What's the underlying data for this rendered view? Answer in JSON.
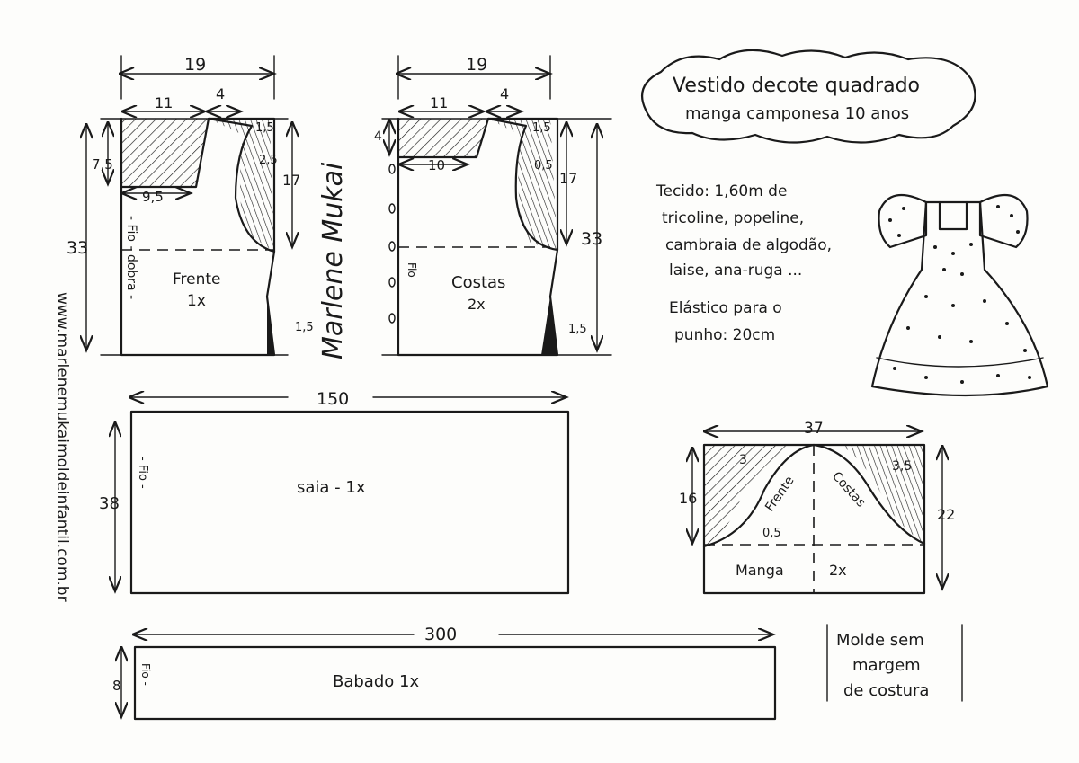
{
  "title": {
    "line1": "Vestido decote quadrado",
    "line2": "manga camponesa 10 anos"
  },
  "watermark": {
    "url": "www.marlenemukaimoldeinfantil.com.br",
    "signature": "Marlene Mukai"
  },
  "fabric_note": {
    "lines": [
      "Tecido: 1,60m de",
      "tricoline, popeline,",
      "cambraia de algodão,",
      "laise, ana-ruga ..."
    ],
    "elastic": [
      "Elástico para o",
      "punho: 20cm"
    ]
  },
  "note": {
    "lines": [
      "Molde sem",
      "margem",
      "de costura"
    ]
  },
  "frente": {
    "label": "Frente",
    "qty": "1x",
    "fold": "- Fio - dobra -",
    "dims": {
      "width": "19",
      "top": "11",
      "neck": "4",
      "shoulder_drop": "1,5",
      "neck_depth": "7,5",
      "neck_base": "9,5",
      "armhole": "2,5",
      "side": "17",
      "height": "33",
      "hem": "1,5"
    }
  },
  "costas": {
    "label": "Costas",
    "qty": "2x",
    "grain": "Fio",
    "dims": {
      "width": "19",
      "top": "11",
      "neck": "4",
      "shoulder_drop": "1,5",
      "neck_depth": "4",
      "neck_base": "10",
      "armhole": "0,5",
      "side": "17",
      "height": "33",
      "hem": "1,5"
    }
  },
  "saia": {
    "label": "saia - 1x",
    "width": "150",
    "height": "38",
    "grain": "- Fio -"
  },
  "babado": {
    "label": "Babado 1x",
    "width": "300",
    "height": "8",
    "grain": "Fio -"
  },
  "manga": {
    "label": "Manga",
    "qty": "2x",
    "width": "37",
    "height_left": "16",
    "height_right": "22",
    "front": "Frente",
    "back": "Costas",
    "a": "3",
    "b": "3,5",
    "c": "0,5"
  }
}
